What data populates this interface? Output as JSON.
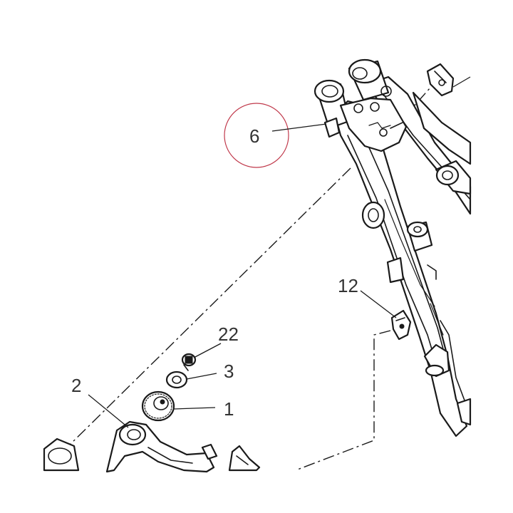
{
  "callouts": {
    "c6": "6",
    "c12": "12",
    "c22": "22",
    "c3": "3",
    "c2": "2",
    "c1": "1"
  },
  "colors": {
    "highlight_circle": "#c0394b",
    "line": "#1a1a1a",
    "text": "#333333"
  }
}
